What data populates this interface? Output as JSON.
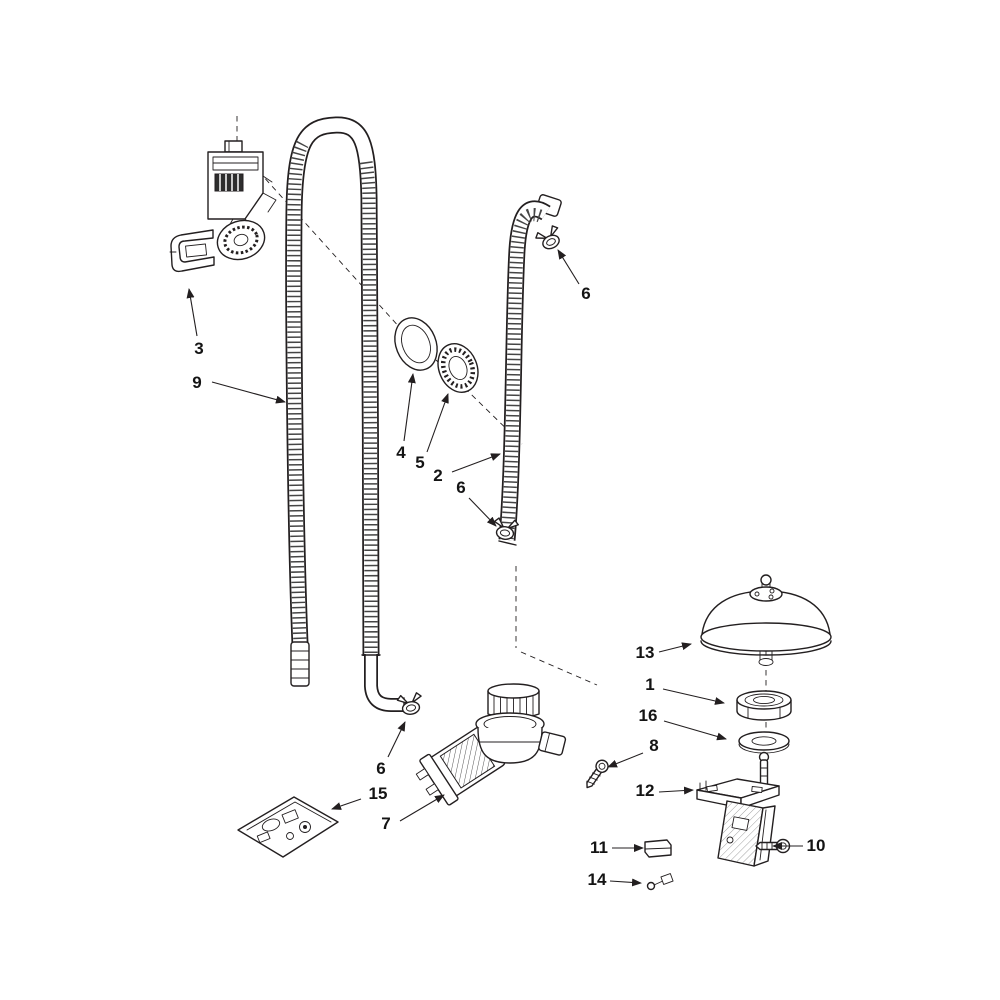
{
  "diagram": {
    "colors": {
      "background": "#ffffff",
      "line": "#231f20",
      "label": "#141414"
    },
    "callouts": [
      {
        "id": "callout-3",
        "label": "3"
      },
      {
        "id": "callout-9",
        "label": "9"
      },
      {
        "id": "callout-4",
        "label": "4"
      },
      {
        "id": "callout-5",
        "label": "5"
      },
      {
        "id": "callout-2",
        "label": "2"
      },
      {
        "id": "callout-6-mid",
        "label": "6"
      },
      {
        "id": "callout-6-top",
        "label": "6"
      },
      {
        "id": "callout-6-bottom",
        "label": "6"
      },
      {
        "id": "callout-15",
        "label": "15"
      },
      {
        "id": "callout-7",
        "label": "7"
      },
      {
        "id": "callout-8",
        "label": "8"
      },
      {
        "id": "callout-13",
        "label": "13"
      },
      {
        "id": "callout-1",
        "label": "1"
      },
      {
        "id": "callout-16",
        "label": "16"
      },
      {
        "id": "callout-12",
        "label": "12"
      },
      {
        "id": "callout-11",
        "label": "11"
      },
      {
        "id": "callout-10",
        "label": "10"
      },
      {
        "id": "callout-14",
        "label": "14"
      }
    ]
  }
}
